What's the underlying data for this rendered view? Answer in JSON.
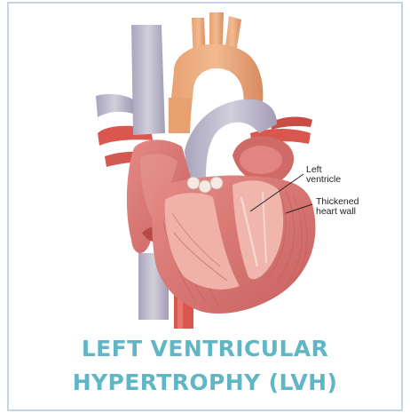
{
  "labels": {
    "left_ventricle": [
      "Left",
      "ventricle"
    ],
    "thickened_wall": [
      "Thickened",
      "heart wall"
    ]
  },
  "title": {
    "line1": "LEFT VENTRICULAR",
    "line2": "HYPERTROPHY (LVH)"
  },
  "colors": {
    "title": "#5fb6c6",
    "frame": "#c9d3e6",
    "muscle": "#d8797a",
    "muscle_light": "#efb1a8",
    "chamber": "#e79b96",
    "aorta": "#e8a175",
    "vein": "#b7b3c8",
    "artery_red": "#d9574f"
  }
}
